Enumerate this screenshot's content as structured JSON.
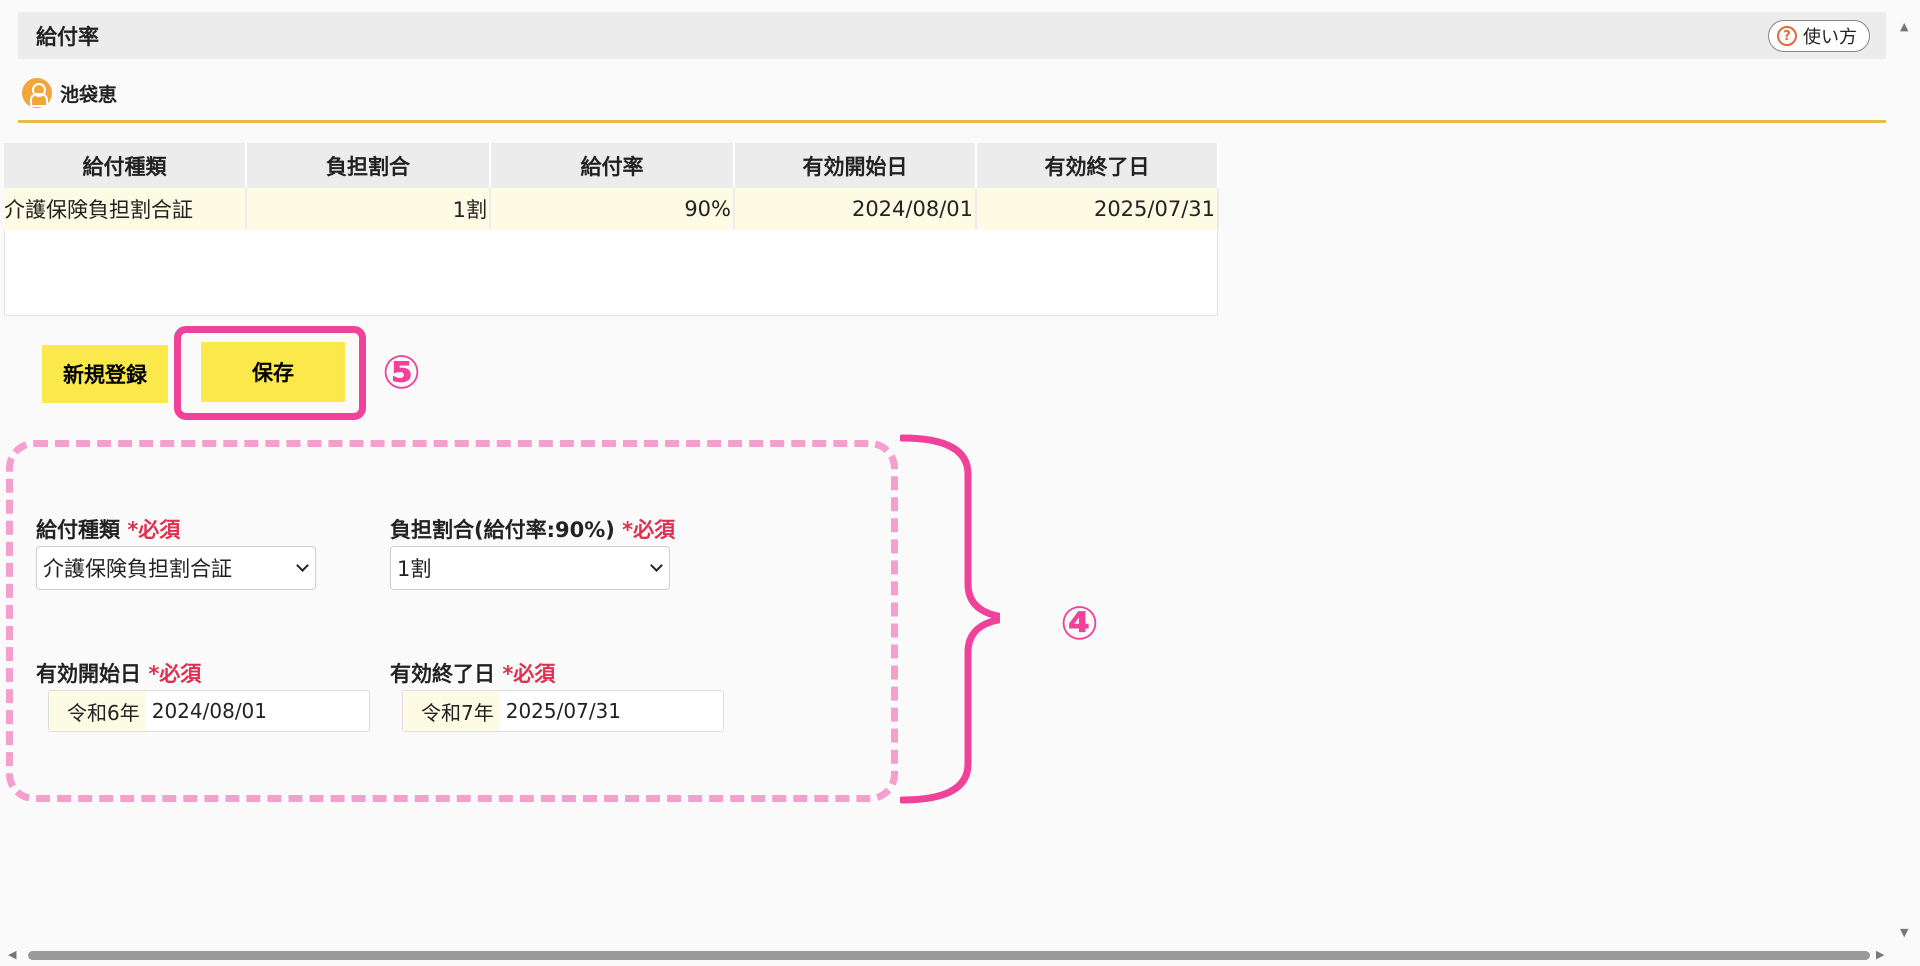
{
  "header": {
    "title": "給付率",
    "help_label": "使い方",
    "help_icon": "?"
  },
  "user": {
    "name": "池袋恵"
  },
  "table": {
    "columns": [
      "給付種類",
      "負担割合",
      "給付率",
      "有効開始日",
      "有効終了日"
    ],
    "rows": [
      [
        "介護保険負担割合証",
        "1割",
        "90%",
        "2024/08/01",
        "2025/07/31"
      ]
    ]
  },
  "buttons": {
    "new_label": "新規登録",
    "save_label": "保存"
  },
  "markers": {
    "save": "⑤",
    "form": "④"
  },
  "form": {
    "type_label": "給付種類",
    "type_required": "*必須",
    "type_value": "介護保険負担割合証",
    "share_label": "負担割合(給付率:90%)",
    "share_required": "*必須",
    "share_value": "1割",
    "start_label": "有効開始日",
    "start_required": "*必須",
    "start_era": "令和6年",
    "start_value": "2024/08/01",
    "end_label": "有効終了日",
    "end_required": "*必須",
    "end_era": "令和7年",
    "end_value": "2025/07/31"
  },
  "colors": {
    "accent_yellow": "#fbe84a",
    "highlight_pink": "#f0429a",
    "dashed_pink": "#f59fce",
    "required_red": "#e03050",
    "gold_line": "#e8b84a"
  }
}
